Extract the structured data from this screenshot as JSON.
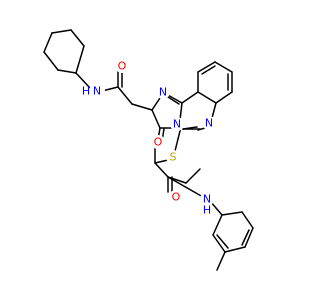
{
  "molecule": {
    "colors": {
      "bond": "#000000",
      "nitrogen": "#0000ff",
      "oxygen": "#ff0000",
      "sulfur": "#b8a000",
      "background": "#ffffff"
    },
    "atom_labels": {
      "amide_n_top": "N",
      "amide_h_top": "H",
      "amide_o_top": "O",
      "ring_n_imine": "N",
      "ring_n_bridge": "N",
      "ring_o_keto": "O",
      "quin_n": "N",
      "thio_s": "S",
      "amide_o_bottom": "O",
      "amide_n_bottom": "N",
      "amide_h_bottom": "H"
    }
  }
}
